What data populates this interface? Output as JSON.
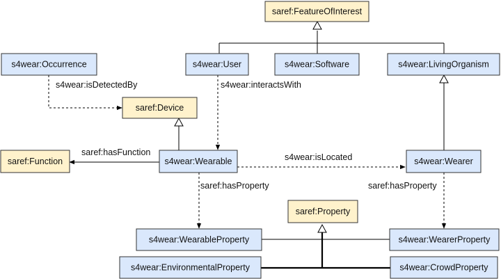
{
  "colors": {
    "saref_fill": "#fff2cc",
    "s4wear_fill": "#dae8fc",
    "stroke": "#333333",
    "line": "#000000"
  },
  "nodes": {
    "feature_of_interest": "saref:FeatureOfInterest",
    "occurrence": "s4wear:Occurrence",
    "user": "s4wear:User",
    "software": "s4wear:Software",
    "living_organism": "s4wear:LivingOrganism",
    "device": "saref:Device",
    "function": "saref:Function",
    "wearable": "s4wear:Wearable",
    "wearer": "s4wear:Wearer",
    "property": "saref:Property",
    "wearable_property": "s4wear:WearableProperty",
    "wearer_property": "s4wear:WearerProperty",
    "environmental_property": "s4wear:EnvironmentalProperty",
    "crowd_property": "s4wear:CrowdProperty"
  },
  "edges": {
    "is_detected_by": "s4wear:isDetectedBy",
    "interacts_with": "s4wear:interactsWith",
    "has_function": "saref:hasFunction",
    "is_located": "s4wear:isLocated",
    "has_property_wearable": "saref:hasProperty",
    "has_property_wearer": "saref:hasProperty"
  }
}
